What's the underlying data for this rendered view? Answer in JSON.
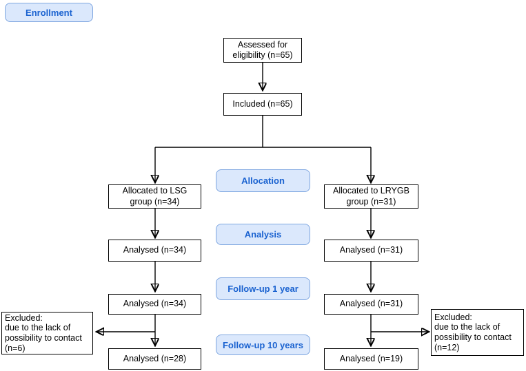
{
  "title": "CONSORT flow diagram",
  "colors": {
    "label_fill": "#dbe8fc",
    "label_border": "#7ea6e0",
    "label_text": "#1a62d0",
    "node_border": "#000000",
    "line_color": "#000000"
  },
  "phases": {
    "enrollment": "Enrollment",
    "allocation": "Allocation",
    "analysis": "Analysis",
    "followup_1yr": "Follow-up 1 year",
    "followup_10yr": "Follow-up 10 years"
  },
  "nodes": {
    "assessed": "Assessed for\neligibility (n=65)",
    "included": "Included (n=65)",
    "alloc_lsg": "Allocated to LSG\ngroup (n=34)",
    "alloc_lrygb": "Allocated to LRYGB\ngroup (n=31)",
    "analysed_lsg_analysis": "Analysed (n=34)",
    "analysed_lrygb_analysis": "Analysed (n=31)",
    "analysed_lsg_1yr": "Analysed (n=34)",
    "analysed_lrygb_1yr": "Analysed (n=31)",
    "analysed_lsg_10yr": "Analysed (n=28)",
    "analysed_lrygb_10yr": "Analysed (n=19)",
    "excluded_lsg": "Excluded:\ndue to the lack of\npossibility to contact\n(n=6)",
    "excluded_lrygb": "Excluded:\ndue to the lack of\npossibility to contact\n(n=12)"
  }
}
